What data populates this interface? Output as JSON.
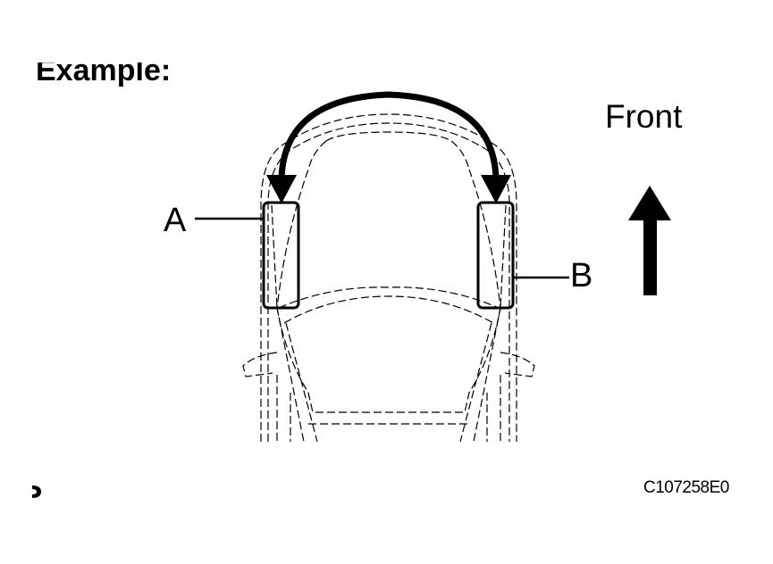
{
  "title": "Example:",
  "direction_label": "Front",
  "labels": {
    "a": "A",
    "b": "B"
  },
  "figure_code": "C107258E0",
  "icons": {
    "rotation_arrow": "curved-double-arrow",
    "front_arrow": "arrow-up"
  }
}
